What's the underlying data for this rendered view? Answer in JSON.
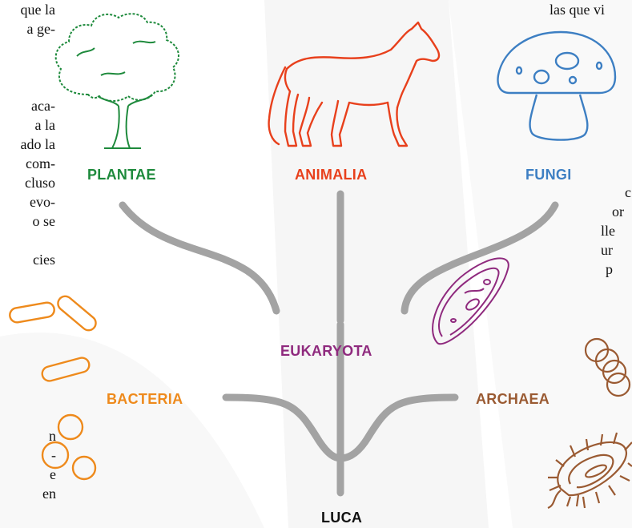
{
  "colors": {
    "plantae": "#1e8a3c",
    "animalia": "#e8401c",
    "fungi": "#3d7fc3",
    "eukaryota": "#8f2a7e",
    "bacteria": "#ee8a1c",
    "archaea": "#9a5a32",
    "luca": "#111111",
    "branch": "#a3a3a3"
  },
  "labels": {
    "plantae": "PLANTAE",
    "animalia": "ANIMALIA",
    "fungi": "FUNGI",
    "eukaryota": "EUKARYOTA",
    "bacteria": "BACTERIA",
    "archaea": "ARCHAEA",
    "luca": "LUCA"
  },
  "icons": {
    "plantae": "tree-icon",
    "animalia": "horse-icon",
    "fungi": "mushroom-icon",
    "eukaryota": "protist-cell-icon",
    "bacteria": "bacteria-cells-icon",
    "archaea": "archaea-cells-icon"
  },
  "left_text": [
    "que la",
    "a ge-",
    "",
    "",
    "aca-",
    "a la",
    "ado la",
    "com-",
    "cluso",
    "evo-",
    "o se",
    "cies"
  ],
  "left_text_bottom": [
    "n",
    "-",
    "e",
    "en"
  ],
  "top_right_text": "las que vi",
  "right_text": [
    "c",
    "or",
    "lle",
    "ur",
    "p"
  ]
}
